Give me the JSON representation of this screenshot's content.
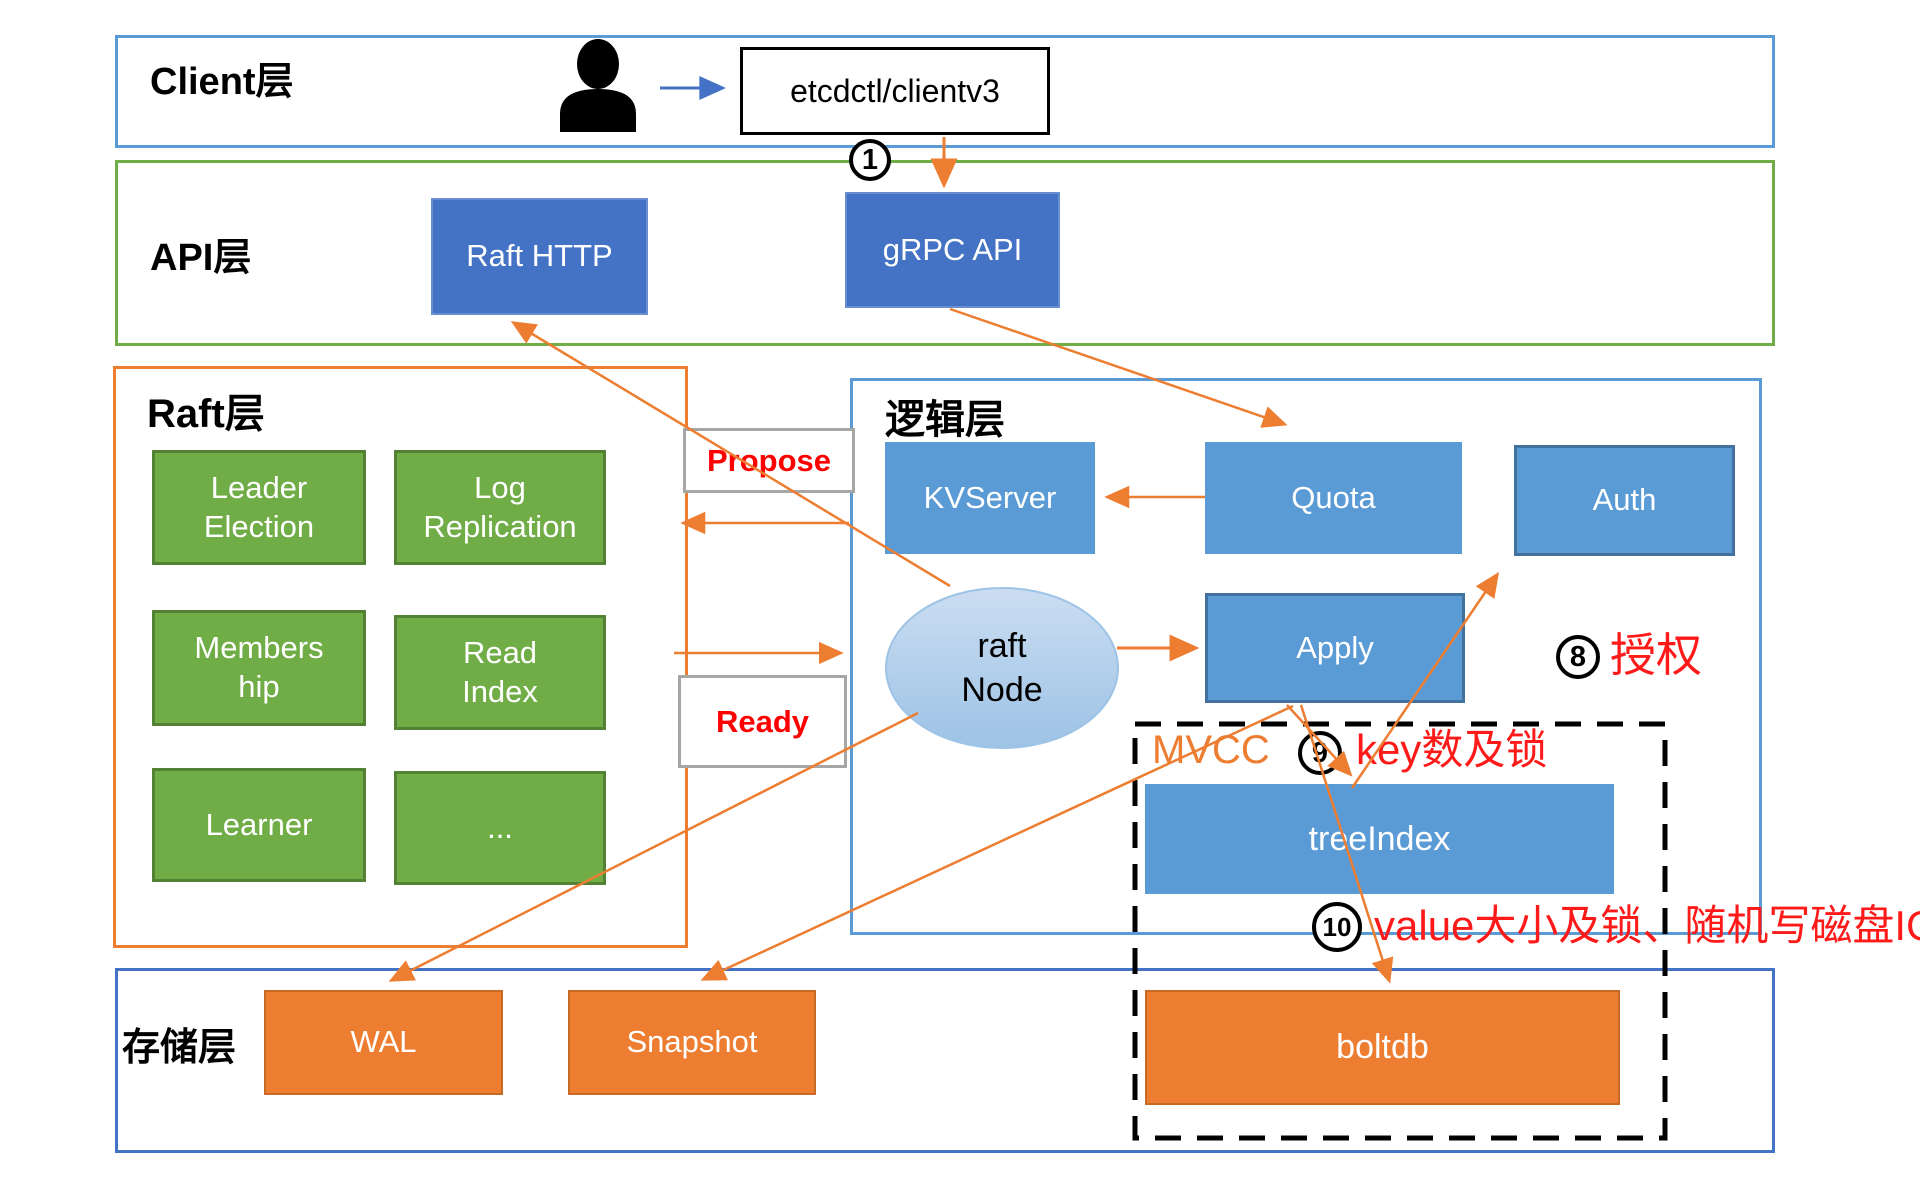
{
  "layers": {
    "client": {
      "label": "Client层"
    },
    "api": {
      "label": "API层"
    },
    "raft": {
      "label": "Raft层"
    },
    "logic": {
      "label": "逻辑层"
    },
    "storage": {
      "label": "存储层"
    },
    "mvcc": {
      "label": "MVCC"
    }
  },
  "nodes": {
    "etcdctl": {
      "label": "etcdctl/clientv3"
    },
    "raft_http": {
      "label": "Raft HTTP"
    },
    "grpc_api": {
      "label": "gRPC API"
    },
    "leader_election": {
      "label": "Leader\nElection"
    },
    "log_replication": {
      "label": "Log\nReplication"
    },
    "membership": {
      "label": "Members\nhip"
    },
    "read_index": {
      "label": "Read\nIndex"
    },
    "learner": {
      "label": "Learner"
    },
    "ellipsis": {
      "label": "..."
    },
    "kvserver": {
      "label": "KVServer"
    },
    "quota": {
      "label": "Quota"
    },
    "auth": {
      "label": "Auth"
    },
    "apply": {
      "label": "Apply"
    },
    "raft_node": {
      "label": "raft\nNode"
    },
    "treeindex": {
      "label": "treeIndex"
    },
    "wal": {
      "label": "WAL"
    },
    "snapshot": {
      "label": "Snapshot"
    },
    "boltdb": {
      "label": "boltdb"
    }
  },
  "flow_labels": {
    "propose": "Propose",
    "ready": "Ready"
  },
  "steps": {
    "s1": {
      "num": "1",
      "text": ""
    },
    "s8": {
      "num": "8",
      "text": "授权"
    },
    "s9": {
      "num": "9",
      "text": "key数及锁"
    },
    "s10": {
      "num": "10",
      "text": "value大小及锁、随机写磁盘IO"
    }
  },
  "colors": {
    "dark_blue": "#4472C4",
    "light_blue": "#5B9BD5",
    "green": "#70AD47",
    "orange": "#ED7D31",
    "arrow_orange": "#ED7D31",
    "annotation_red": "#FF1A1A",
    "layer_blue_border": "#5B9BD5",
    "layer_green_border": "#70AD47",
    "layer_orange_border": "#ED7D31",
    "storage_border": "#4472C4"
  }
}
